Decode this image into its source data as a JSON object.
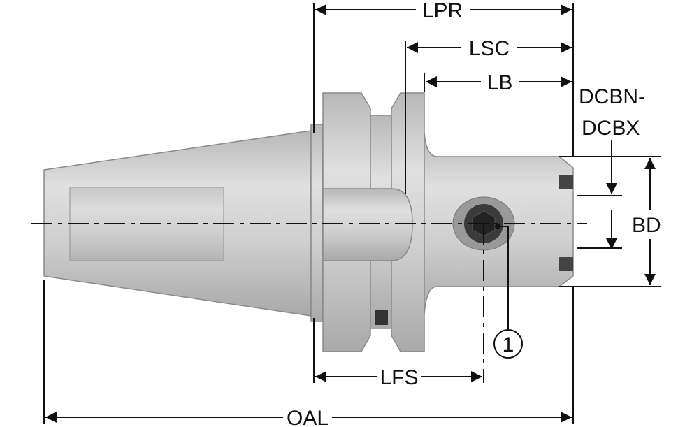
{
  "labels": {
    "lpr": "LPR",
    "lsc": "LSC",
    "lb": "LB",
    "dcbn": "DCBN-",
    "dcbx": "DCBX",
    "bd": "BD",
    "lfs": "LFS",
    "oal": "OAL",
    "callout": "1"
  },
  "colors": {
    "metal": "#c8c8c8",
    "line": "#111111"
  }
}
